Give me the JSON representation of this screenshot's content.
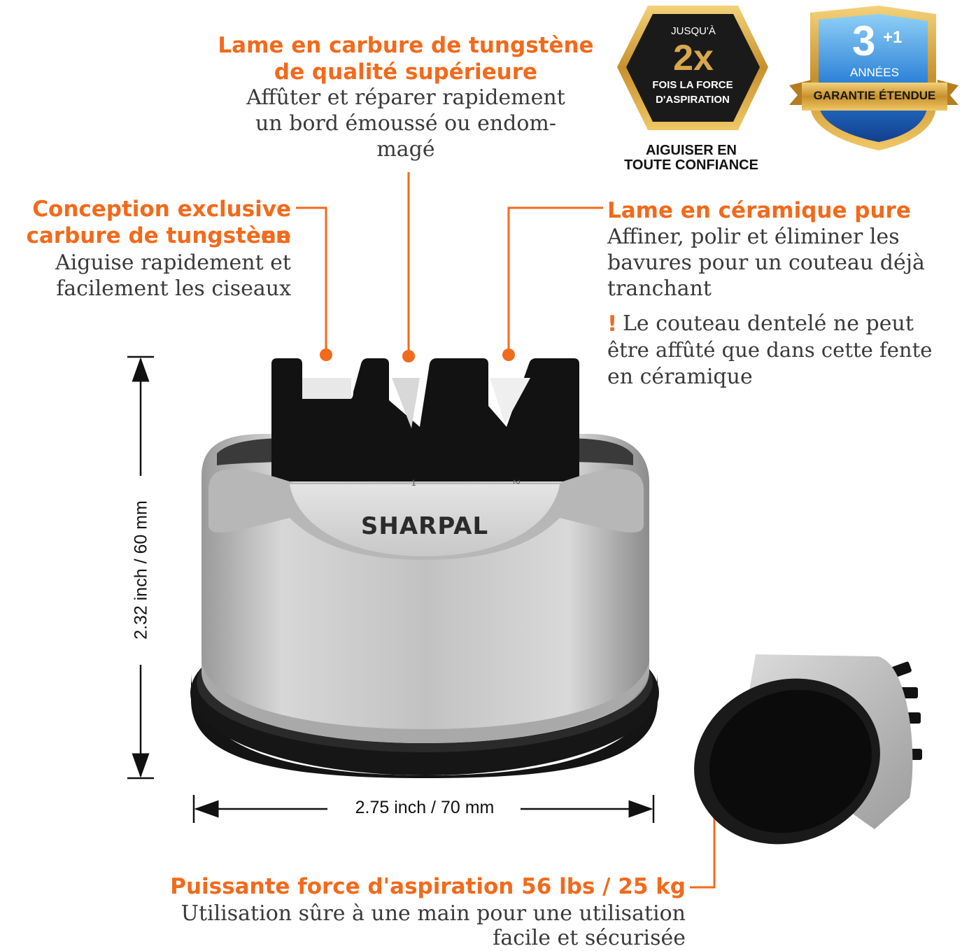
{
  "callouts": {
    "top": {
      "heading_line1": "Lame en carbure de tungstène",
      "heading_line2": "de qualité supérieure",
      "body_line1": "Affûter et réparer rapidement",
      "body_line2": "un bord émoussé ou endom-",
      "body_line3": "magé"
    },
    "left": {
      "heading_line1": "Conception exclusive en",
      "heading_line2": "carbure de tungstène",
      "body_line1": "Aiguise rapidement et",
      "body_line2": "facilement les ciseaux"
    },
    "right": {
      "heading": "Lame en céramique pure",
      "body_line1": "Affiner, polir et éliminer les",
      "body_line2": "bavures pour un couteau déjà",
      "body_line3": "tranchant",
      "warning_mark": "!",
      "warning_line1": "Le couteau dentelé ne peut",
      "warning_line2": "être affûté que dans cette fente",
      "warning_line3": "en céramique"
    },
    "bottom": {
      "heading": "Puissante force d'aspiration 56 lbs / 25 kg",
      "body_line1": "Utilisation sûre à une main pour une utilisation",
      "body_line2": "facile et sécurisée"
    }
  },
  "badges": {
    "suction": {
      "top": "JUSQU'À",
      "big": "2x",
      "line1": "FOIS LA FORCE",
      "line2": "D'ASPIRATION",
      "caption_line1": "AIGUISER EN",
      "caption_line2": "TOUTE CONFIANCE"
    },
    "warranty": {
      "big": "3",
      "sup": "+1",
      "years": "ANNÉES",
      "ribbon": "GARANTIE ÉTENDUE"
    }
  },
  "product": {
    "brand": "SHARPAL",
    "slot_labels": [
      "1",
      "2"
    ]
  },
  "dimensions": {
    "height": "2.32 inch / 60 mm",
    "width": "2.75 inch / 70 mm"
  },
  "colors": {
    "accent": "#f26a1b",
    "badge_dark": "#1a1a1a",
    "badge_gold": "#d4a43a",
    "shield_blue": "#2a7fd6"
  }
}
